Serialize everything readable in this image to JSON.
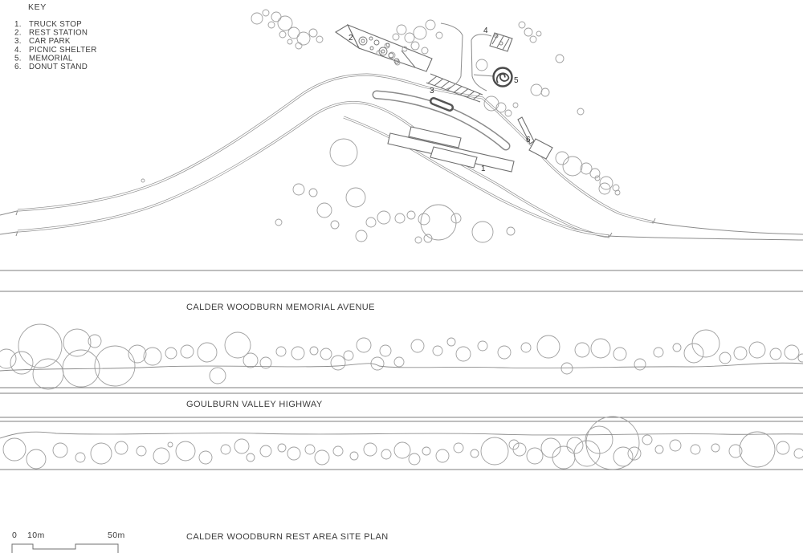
{
  "title": "CALDER WOODBURN REST AREA SITE PLAN",
  "key": {
    "title": "KEY",
    "items": [
      {
        "num": "1.",
        "label": "TRUCK STOP"
      },
      {
        "num": "2.",
        "label": "REST STATION"
      },
      {
        "num": "3.",
        "label": "CAR PARK"
      },
      {
        "num": "4.",
        "label": "PICNIC SHELTER"
      },
      {
        "num": "5.",
        "label": "MEMORIAL"
      },
      {
        "num": "6.",
        "label": "DONUT STAND"
      }
    ]
  },
  "streets": {
    "avenue": "CALDER WOODBURN MEMORIAL AVENUE",
    "highway": "GOULBURN VALLEY HIGHWAY"
  },
  "markers": [
    "1",
    "2",
    "3",
    "4",
    "5",
    "6"
  ],
  "scale_bar": {
    "labels": [
      "0",
      "10m",
      "50m"
    ]
  },
  "colors": {
    "line": "#8c8c8c",
    "text": "#3c3c3c",
    "kerb": "#8f8f8f"
  },
  "plan": {
    "trees_top": [
      [
        320,
        23,
        7
      ],
      [
        331,
        16,
        4
      ],
      [
        344,
        21,
        6
      ],
      [
        355,
        29,
        9
      ],
      [
        338,
        31,
        4
      ],
      [
        366,
        41,
        7
      ],
      [
        378,
        48,
        8
      ],
      [
        390,
        41,
        5
      ],
      [
        352,
        43,
        4
      ],
      [
        398,
        49,
        4
      ],
      [
        372,
        57,
        4
      ],
      [
        361,
        52,
        3
      ],
      [
        500,
        37,
        6
      ],
      [
        493,
        46,
        4
      ],
      [
        510,
        47,
        6
      ],
      [
        523,
        41,
        8
      ],
      [
        536,
        31,
        6
      ],
      [
        547,
        44,
        4
      ],
      [
        517,
        57,
        5
      ],
      [
        529,
        63,
        4
      ],
      [
        504,
        61,
        3
      ],
      [
        488,
        69,
        4
      ],
      [
        495,
        78,
        3
      ],
      [
        482,
        57,
        3
      ],
      [
        472,
        66,
        3
      ],
      [
        650,
        31,
        4
      ],
      [
        658,
        40,
        5
      ],
      [
        664,
        49,
        4
      ],
      [
        671,
        42,
        3
      ],
      [
        697,
        73,
        5
      ],
      [
        600,
        81,
        7
      ],
      [
        612,
        129,
        9
      ],
      [
        624,
        134,
        6
      ],
      [
        633,
        141,
        4
      ],
      [
        642,
        131,
        3
      ],
      [
        668,
        112,
        7
      ],
      [
        679,
        115,
        5
      ],
      [
        723,
        139,
        4
      ],
      [
        700,
        197,
        8
      ],
      [
        713,
        207,
        12
      ],
      [
        730,
        210,
        7
      ],
      [
        741,
        216,
        6
      ],
      [
        744,
        222,
        3
      ],
      [
        755,
        228,
        8
      ],
      [
        753,
        235,
        7
      ],
      [
        767,
        234,
        4
      ],
      [
        769,
        240,
        3
      ],
      [
        372,
        236,
        7
      ],
      [
        390,
        240,
        5
      ],
      [
        404,
        262,
        9
      ],
      [
        347,
        277,
        4
      ],
      [
        428,
        190,
        17
      ],
      [
        443,
        246,
        12
      ],
      [
        462,
        277,
        6
      ],
      [
        478,
        271,
        8
      ],
      [
        498,
        272,
        6
      ],
      [
        512,
        268,
        5
      ],
      [
        528,
        273,
        7
      ],
      [
        546,
        277,
        22
      ],
      [
        568,
        272,
        6
      ],
      [
        601,
        289,
        13
      ],
      [
        636,
        288,
        5
      ],
      [
        533,
        297,
        5
      ],
      [
        450,
        294,
        7
      ],
      [
        417,
        280,
        5
      ],
      [
        521,
        299,
        4
      ],
      [
        178,
        225,
        2
      ]
    ],
    "trees_avenue": [
      [
        8,
        447,
        12
      ],
      [
        27,
        452,
        14
      ],
      [
        50,
        431,
        27
      ],
      [
        96,
        427,
        17
      ],
      [
        60,
        466,
        19
      ],
      [
        101,
        459,
        23
      ],
      [
        143,
        456,
        25
      ],
      [
        171,
        441,
        11
      ],
      [
        118,
        425,
        8
      ],
      [
        190,
        444,
        11
      ],
      [
        213,
        440,
        7
      ],
      [
        233,
        438,
        8
      ],
      [
        258,
        439,
        12
      ],
      [
        296,
        430,
        16
      ],
      [
        312,
        449,
        9
      ],
      [
        271,
        468,
        10
      ],
      [
        331,
        452,
        7
      ],
      [
        350,
        438,
        6
      ],
      [
        371,
        440,
        8
      ],
      [
        391,
        437,
        5
      ],
      [
        406,
        441,
        7
      ],
      [
        421,
        452,
        9
      ],
      [
        434,
        443,
        6
      ],
      [
        453,
        430,
        9
      ],
      [
        480,
        437,
        7
      ],
      [
        470,
        453,
        8
      ],
      [
        497,
        451,
        6
      ],
      [
        520,
        431,
        8
      ],
      [
        545,
        437,
        6
      ],
      [
        562,
        426,
        5
      ],
      [
        577,
        441,
        9
      ],
      [
        601,
        431,
        6
      ],
      [
        628,
        439,
        8
      ],
      [
        655,
        433,
        6
      ],
      [
        683,
        432,
        14
      ],
      [
        706,
        459,
        7
      ],
      [
        725,
        436,
        9
      ],
      [
        748,
        434,
        12
      ],
      [
        772,
        441,
        8
      ],
      [
        797,
        454,
        7
      ],
      [
        820,
        439,
        6
      ],
      [
        843,
        433,
        5
      ],
      [
        864,
        440,
        12
      ],
      [
        879,
        428,
        17
      ],
      [
        903,
        446,
        7
      ],
      [
        922,
        440,
        8
      ],
      [
        943,
        436,
        10
      ],
      [
        966,
        441,
        7
      ],
      [
        986,
        439,
        9
      ],
      [
        999,
        446,
        5
      ]
    ],
    "trees_highway": [
      [
        18,
        560,
        14
      ],
      [
        45,
        572,
        12
      ],
      [
        75,
        561,
        9
      ],
      [
        100,
        570,
        6
      ],
      [
        126,
        565,
        13
      ],
      [
        151,
        558,
        8
      ],
      [
        176,
        562,
        6
      ],
      [
        201,
        568,
        10
      ],
      [
        212,
        554,
        3
      ],
      [
        231,
        562,
        12
      ],
      [
        256,
        570,
        8
      ],
      [
        281,
        560,
        6
      ],
      [
        301,
        556,
        9
      ],
      [
        312,
        570,
        5
      ],
      [
        331,
        562,
        7
      ],
      [
        351,
        558,
        5
      ],
      [
        366,
        565,
        8
      ],
      [
        386,
        560,
        6
      ],
      [
        401,
        570,
        9
      ],
      [
        421,
        562,
        6
      ],
      [
        441,
        568,
        5
      ],
      [
        461,
        560,
        8
      ],
      [
        481,
        566,
        6
      ],
      [
        501,
        561,
        10
      ],
      [
        516,
        572,
        7
      ],
      [
        531,
        562,
        5
      ],
      [
        551,
        568,
        8
      ],
      [
        571,
        558,
        6
      ],
      [
        591,
        565,
        5
      ],
      [
        616,
        562,
        17
      ],
      [
        640,
        554,
        6
      ],
      [
        647,
        560,
        8
      ],
      [
        666,
        568,
        10
      ],
      [
        686,
        558,
        12
      ],
      [
        702,
        570,
        14
      ],
      [
        716,
        555,
        10
      ],
      [
        731,
        565,
        16
      ],
      [
        746,
        548,
        17
      ],
      [
        763,
        552,
        33
      ],
      [
        776,
        569,
        12
      ],
      [
        790,
        565,
        8
      ],
      [
        806,
        548,
        6
      ],
      [
        821,
        560,
        5
      ],
      [
        841,
        555,
        7
      ],
      [
        866,
        560,
        6
      ],
      [
        891,
        558,
        5
      ],
      [
        916,
        562,
        8
      ],
      [
        943,
        560,
        22
      ],
      [
        975,
        558,
        8
      ],
      [
        995,
        565,
        6
      ]
    ],
    "fixtures_rest_station": [
      [
        452,
        51,
        5
      ],
      [
        452,
        51,
        2
      ],
      [
        462,
        48,
        2
      ],
      [
        469,
        53,
        3
      ],
      [
        463,
        60,
        2
      ],
      [
        477,
        64,
        5
      ],
      [
        477,
        64,
        2
      ],
      [
        487,
        69,
        3
      ],
      [
        494,
        76,
        3
      ],
      [
        483,
        56,
        2
      ]
    ],
    "fixtures_shelter": [
      [
        618,
        45,
        2
      ],
      [
        624,
        54,
        2
      ]
    ]
  }
}
